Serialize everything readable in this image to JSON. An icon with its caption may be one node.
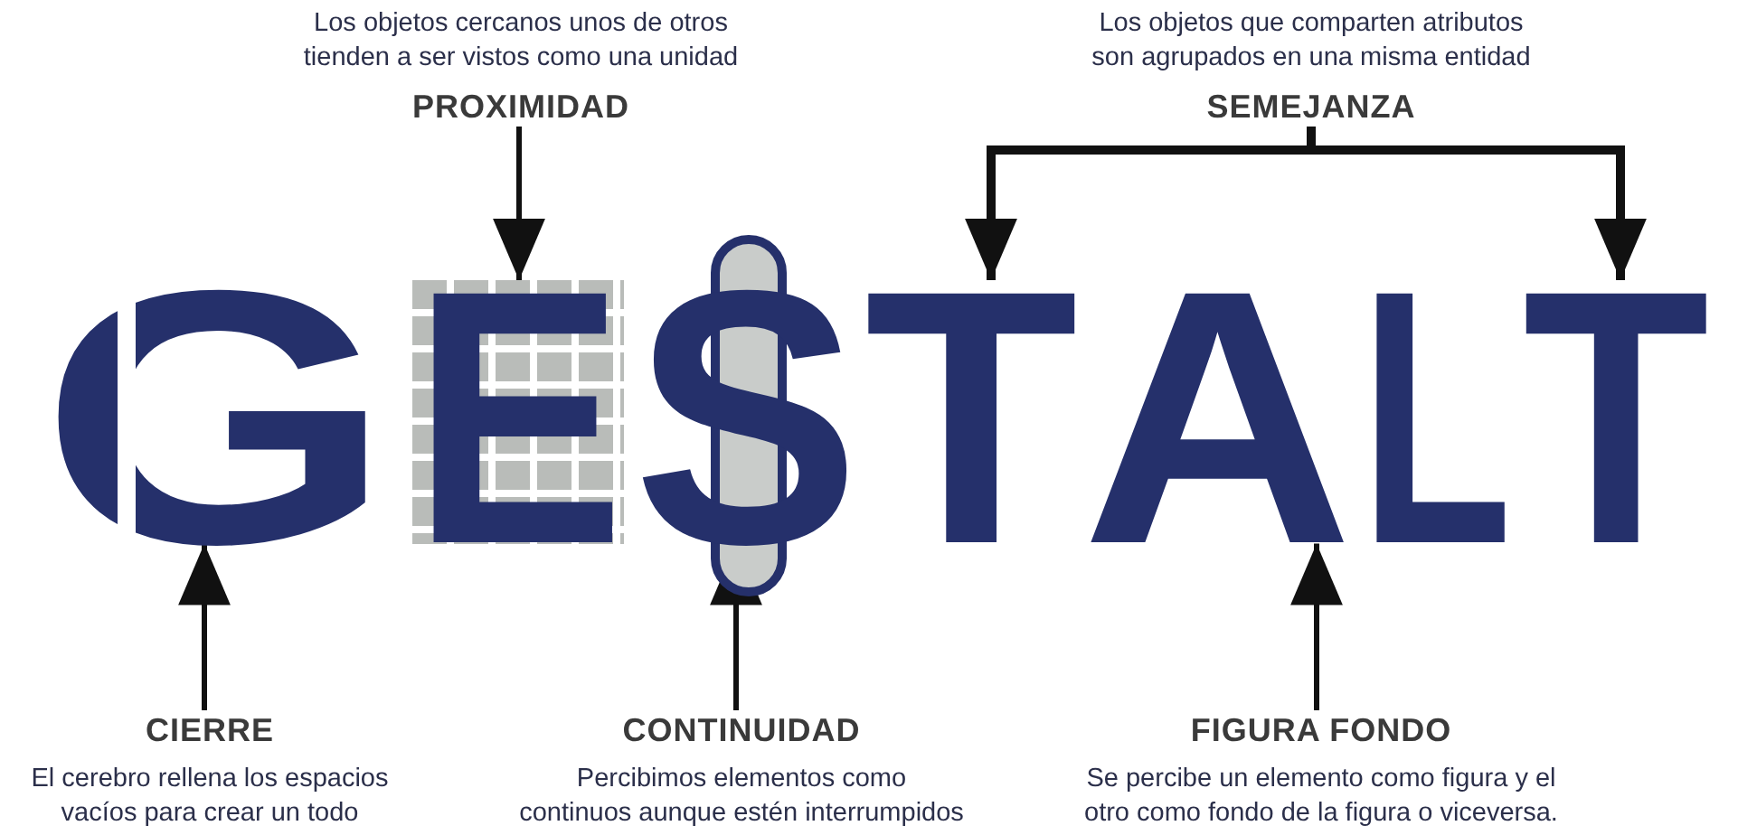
{
  "diagram": {
    "nodes": [
      {
        "text": [
          "Los objetos cercanos unos de otros tienden a ser vistos como una unidad",
          "PROXIMIDAD"
        ]
      },
      {
        "text": [
          "Los objetos que comparten atributos son agrupados en una misma entidad",
          "SEMEJANZA"
        ]
      },
      {
        "text": [
          "G"
        ]
      },
      {
        "text": [
          "E"
        ]
      },
      {
        "text": [
          "S"
        ]
      },
      {
        "text": [
          "T"
        ]
      },
      {
        "text": [
          "A"
        ]
      },
      {
        "text": [
          "L"
        ]
      },
      {
        "text": [
          "T"
        ]
      },
      {
        "text": [
          "CIERRE",
          "El cerebro rellena los espacios vacíos para crear un todo"
        ]
      },
      {
        "text": [
          "CONTINUIDAD",
          "Percibimos elementos como continuos aunque estén interrumpidos"
        ]
      },
      {
        "text": [
          "FIGURA FONDO",
          "Se percibe un elemento como figura y el otro como fondo de la figura o viceversa."
        ]
      }
    ],
    "edges": [
      {
        "from": 0,
        "to": 3,
        "arrow": "to"
      },
      {
        "from": 1,
        "to": 5,
        "arrow": "to"
      },
      {
        "from": 1,
        "to": 8,
        "arrow": "to"
      },
      {
        "from": 9,
        "to": 2,
        "arrow": "to"
      },
      {
        "from": 10,
        "to": 4,
        "arrow": "to"
      },
      {
        "from": 11,
        "to": 6,
        "arrow": "to"
      }
    ]
  }
}
